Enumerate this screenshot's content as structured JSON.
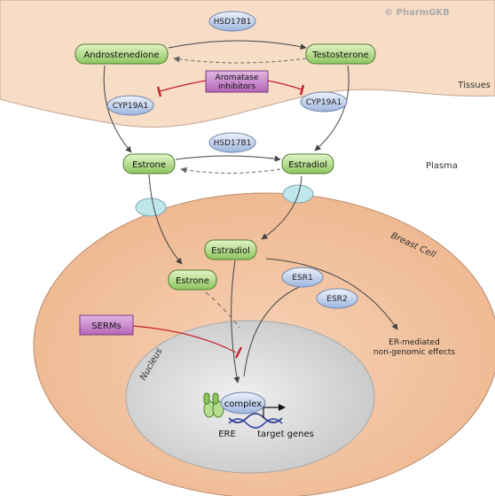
{
  "watermark": "© PharmGKB",
  "regions": {
    "tissues": "Tissues",
    "plasma": "Plasma",
    "breast_cell": "Breast Cell",
    "nucleus": "Nucleus"
  },
  "metabolites": {
    "androstenedione": "Androstenedione",
    "testosterone": "Testosterone",
    "estrone_plasma": "Estrone",
    "estradiol_plasma": "Estradiol",
    "estradiol_cell": "Estradiol",
    "estrone_cell": "Estrone"
  },
  "enzymes": {
    "hsd17b1_top": "HSD17B1",
    "hsd17b1_mid": "HSD17B1",
    "cyp19a1_left": "CYP19A1",
    "cyp19a1_right": "CYP19A1",
    "esr1": "ESR1",
    "esr2": "ESR2"
  },
  "drugs": {
    "aromatase_inhibitors": [
      "Aromatase",
      "inhibitors"
    ],
    "serms": "SERMs"
  },
  "nucleus_content": {
    "complex": "complex",
    "ere": "ERE",
    "target_genes": "target genes"
  },
  "effects": {
    "er_mediated": [
      "ER-mediated",
      "non-genomic effects"
    ]
  },
  "colors": {
    "tissue_fill": "#f7dcc6",
    "cell_fill": "#f3c4a0",
    "nucleus_fill": "#dcdcdc",
    "metabolite_fill": "#a5d676",
    "enzyme_fill": "#b5c8e8",
    "drug_fill": "#c77ec9",
    "inhibition_red": "#c8202a",
    "transporter_fill": "#bfe6ea"
  }
}
